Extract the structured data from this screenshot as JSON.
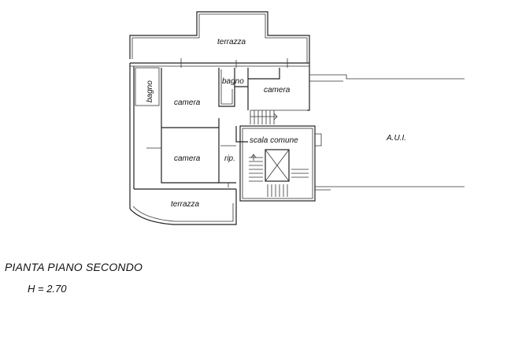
{
  "plan": {
    "rooms": {
      "terrace_top": "terrazza",
      "bath_left": "bagno",
      "bath_center": "bagno",
      "bedroom_top_left": "camera",
      "bedroom_top_right": "camera",
      "bedroom_bottom": "camera",
      "common_stair": "scala comune",
      "storage": "rip.",
      "other_units": "A.U.I.",
      "terrace_bottom": "terrazza"
    }
  },
  "caption": {
    "title": "PIANTA PIANO SECONDO",
    "height": "H  =  2.70"
  }
}
